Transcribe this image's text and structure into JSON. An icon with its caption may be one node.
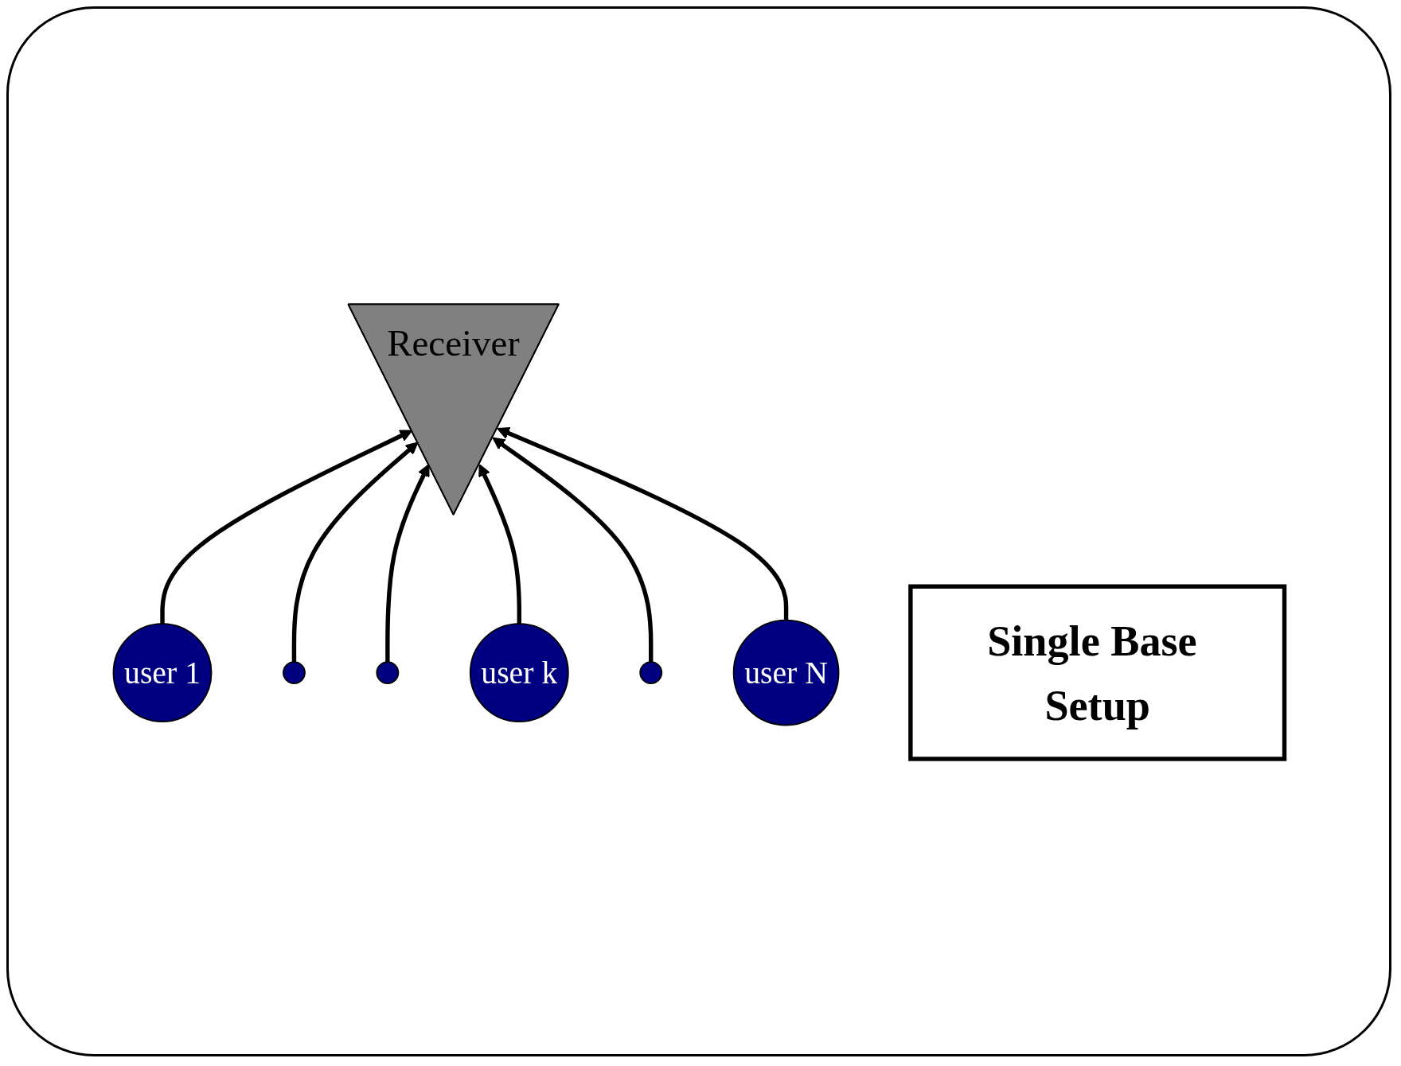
{
  "diagram": {
    "nodes": [
      {
        "text": [
          "Receiver"
        ]
      },
      {
        "text": [
          "user 1"
        ]
      },
      {
        "text": [],
        "shape": "circle"
      },
      {
        "text": [],
        "shape": "circle"
      },
      {
        "text": [
          "user k"
        ]
      },
      {
        "text": [],
        "shape": "circle"
      },
      {
        "text": [
          "user N"
        ]
      },
      {
        "text": [
          "Single Base Setup"
        ]
      }
    ],
    "edges": [
      {
        "from": 1,
        "to": 0,
        "arrow": "to"
      },
      {
        "from": 2,
        "to": 0,
        "arrow": "to"
      },
      {
        "from": 3,
        "to": 0,
        "arrow": "to"
      },
      {
        "from": 4,
        "to": 0,
        "arrow": "to"
      },
      {
        "from": 5,
        "to": 0,
        "arrow": "to"
      },
      {
        "from": 6,
        "to": 0,
        "arrow": "to"
      }
    ]
  }
}
